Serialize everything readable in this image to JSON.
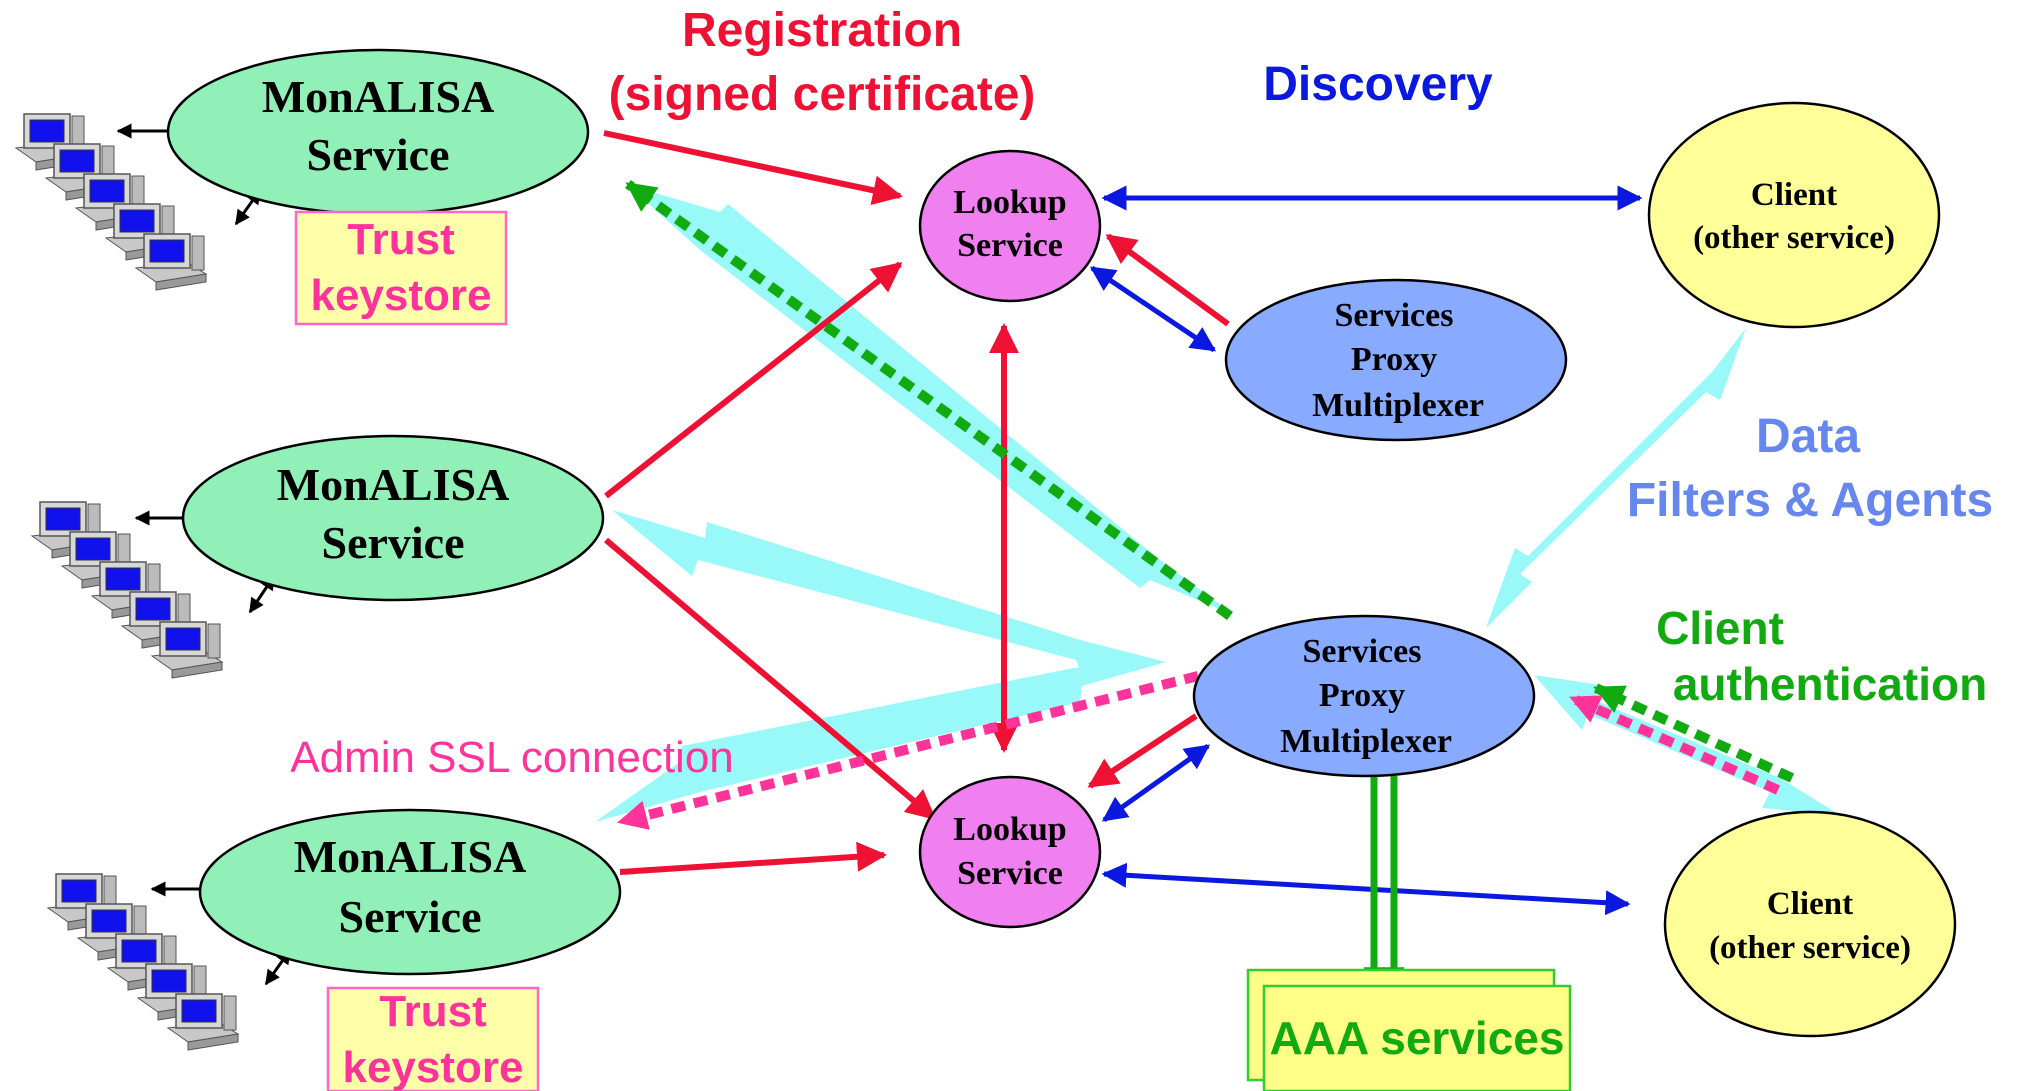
{
  "nodes": {
    "monalisa_1": {
      "line1": "MonALISA",
      "line2": "Service"
    },
    "monalisa_2": {
      "line1": "MonALISA",
      "line2": "Service"
    },
    "monalisa_3": {
      "line1": "MonALISA",
      "line2": "Service"
    },
    "lookup_top": {
      "line1": "Lookup",
      "line2": "Service"
    },
    "lookup_bottom": {
      "line1": "Lookup",
      "line2": "Service"
    },
    "proxy_top": {
      "line1": "Services",
      "line2": "Proxy",
      "line3": "Multiplexer"
    },
    "proxy_main": {
      "line1": "Services",
      "line2": "Proxy",
      "line3": "Multiplexer"
    },
    "client_top": {
      "line1": "Client",
      "line2": "(other service)"
    },
    "client_bottom": {
      "line1": "Client",
      "line2": "(other service)"
    },
    "keystore_top": {
      "line1": "Trust",
      "line2": "keystore"
    },
    "keystore_bottom": {
      "line1": "Trust",
      "line2": "keystore"
    },
    "aaa": {
      "label": "AAA services"
    }
  },
  "labels": {
    "registration_1": "Registration",
    "registration_2": "(signed certificate)",
    "discovery": "Discovery",
    "data_1": "Data",
    "data_2": "Filters & Agents",
    "client_auth_1": "Client",
    "client_auth_2": "authentication",
    "admin_ssl": "Admin SSL connection"
  },
  "colors": {
    "monalisa_fill": "#90f0b8",
    "lookup_fill": "#f080f0",
    "proxy_fill": "#88aaff",
    "client_fill": "#ffff99",
    "keystore_fill": "#ffffaa",
    "keystore_border": "#ff66cc",
    "keystore_text": "#ff3399",
    "aaa_fill": "#ffff88",
    "aaa_border": "#33cc33",
    "registration": "#ee1133",
    "discovery": "#0a18e0",
    "data": "#6688ee",
    "data_arrow": "#99f8f8",
    "auth": "#11aa11",
    "admin_ssl": "#ff3399",
    "computer_screen": "#1111ee"
  },
  "icons": {
    "computer_cluster": "computer-cluster-icon"
  }
}
